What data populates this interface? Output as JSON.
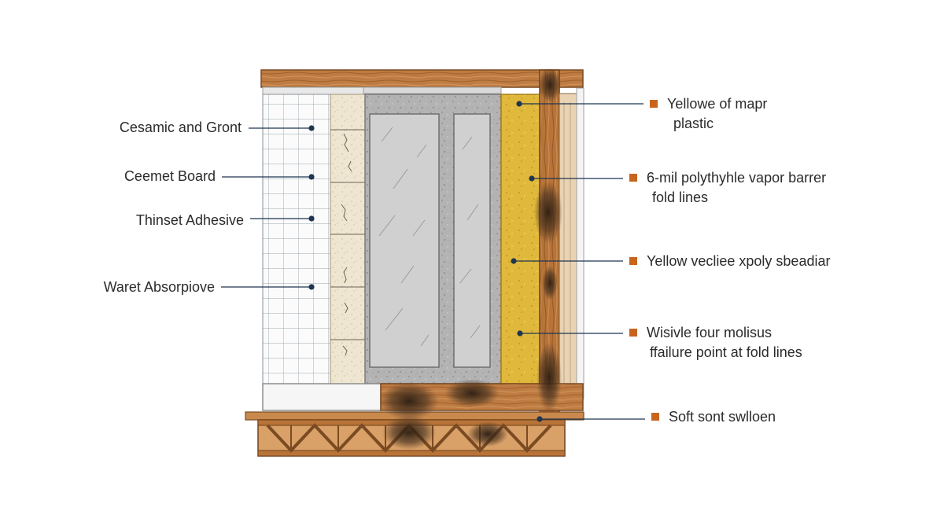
{
  "left_labels": [
    {
      "id": "ceramic",
      "text": "Cesamic and Gront"
    },
    {
      "id": "cement",
      "text": "Ceemet Board"
    },
    {
      "id": "thinset",
      "text": "Thinset Adhesive"
    },
    {
      "id": "water",
      "text": "Waret Absorpiove"
    }
  ],
  "right_labels": [
    {
      "id": "yellow-mapr",
      "line1": "Yellowe of mapr",
      "line2": "plastic"
    },
    {
      "id": "vapor",
      "line1": "6-mil polythyhle vapor barrer",
      "line2": "fold lines"
    },
    {
      "id": "vecliee",
      "line1": "Yellow vecliee xpoly sbeadiar",
      "line2": ""
    },
    {
      "id": "mold",
      "line1": "Wisivle four molisus",
      "line2": "ffailure point at fold lines"
    },
    {
      "id": "soft",
      "line1": "Soft sont swlloen",
      "line2": ""
    }
  ],
  "colors": {
    "wood": "#b9773f",
    "wood_dark": "#8a5326",
    "insulation": "#e3bb3c",
    "concrete": "#b6b6b6",
    "glass": "#cfcfcf",
    "mold": "#3a2a1c",
    "bullet": "#c8641e",
    "leader": "#1f3550"
  }
}
